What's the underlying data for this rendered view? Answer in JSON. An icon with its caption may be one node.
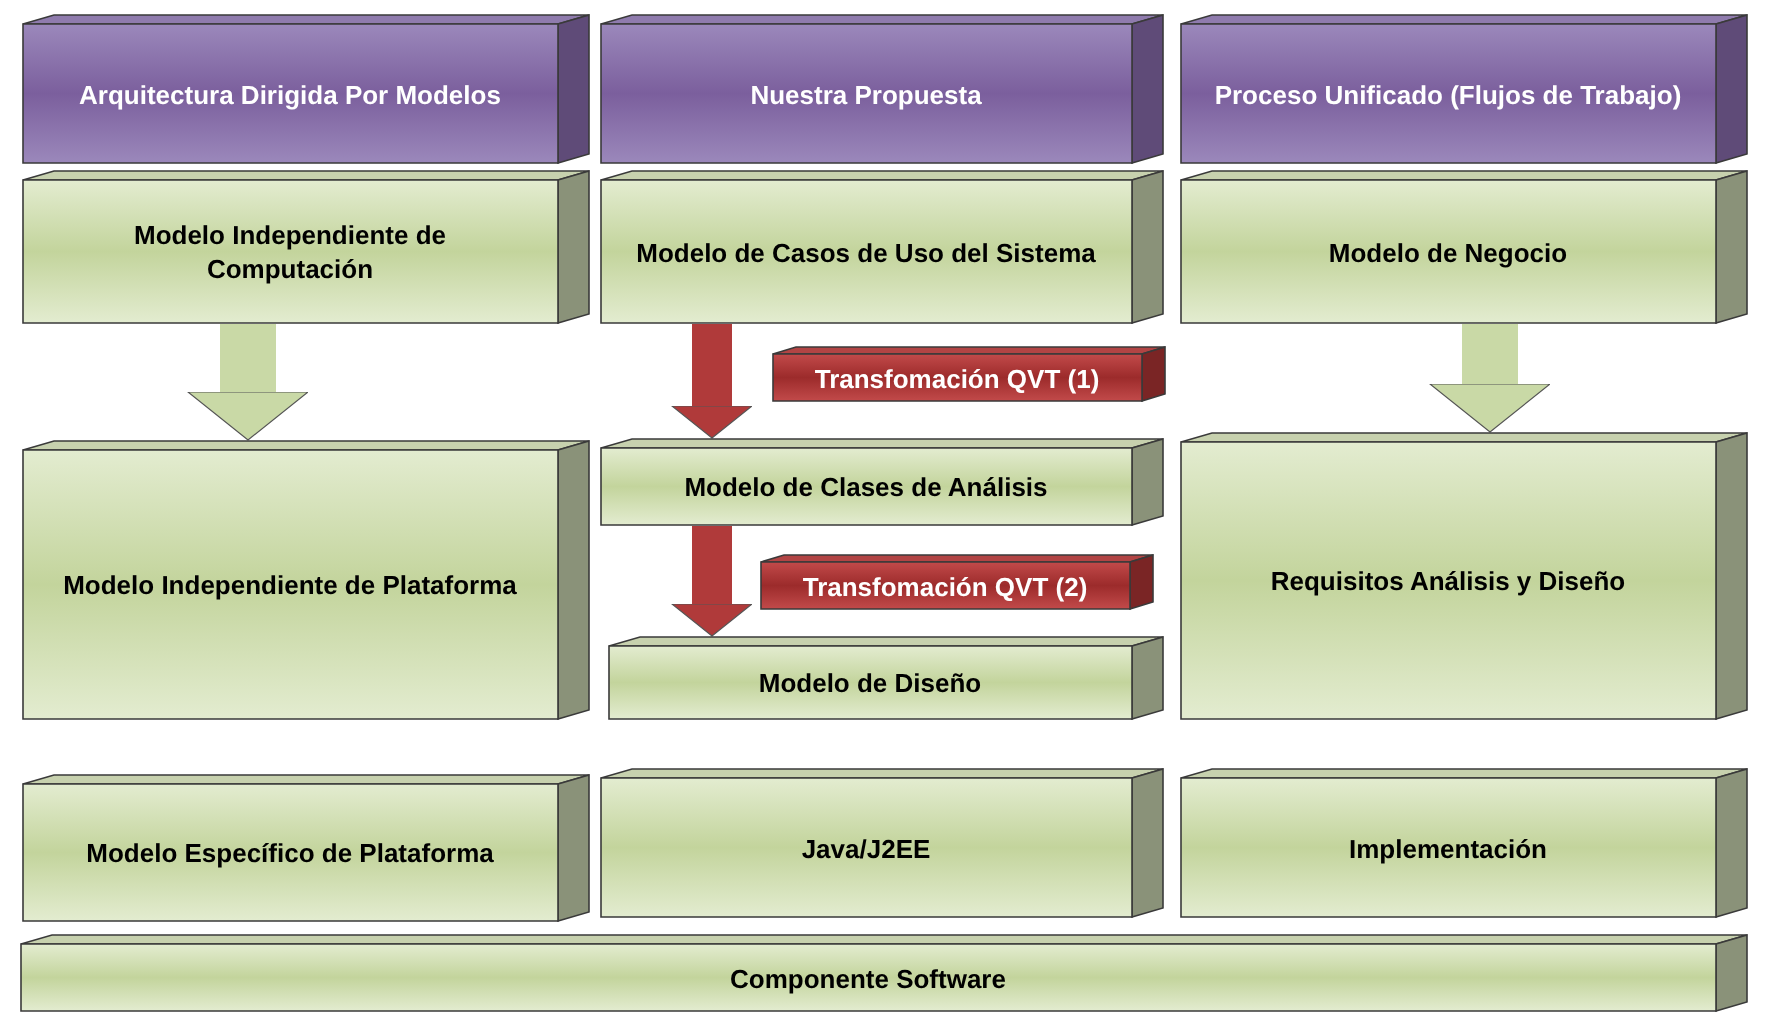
{
  "diagram": {
    "nodes": [
      {
        "text": [
          "Arquitectura Dirigida Por Modelos"
        ]
      },
      {
        "text": [
          "Nuestra Propuesta"
        ]
      },
      {
        "text": [
          "Proceso Unificado (Flujos de Trabajo)"
        ]
      },
      {
        "text": [
          "Modelo Independiente de Computación"
        ]
      },
      {
        "text": [
          "Modelo de Casos de Uso del Sistema"
        ]
      },
      {
        "text": [
          "Modelo de Negocio"
        ]
      },
      {
        "text": [
          "Modelo Independiente de Plataforma"
        ]
      },
      {
        "text": [
          "Modelo de Clases de Análisis"
        ]
      },
      {
        "text": [
          "Requisitos Análisis y Diseño"
        ]
      },
      {
        "text": [
          "Modelo de Diseño"
        ]
      },
      {
        "text": [
          "Modelo Específico de Plataforma"
        ]
      },
      {
        "text": [
          "Java/J2EE"
        ]
      },
      {
        "text": [
          "Implementación"
        ]
      },
      {
        "text": [
          "Componente Software"
        ]
      }
    ],
    "edges": [
      {
        "from": 3,
        "to": 6,
        "arrow": "to"
      },
      {
        "from": 4,
        "to": 7,
        "arrow": "to",
        "label": "Transfomación QVT (1)",
        "color": "#b03a3a"
      },
      {
        "from": 5,
        "to": 8,
        "arrow": "to"
      },
      {
        "from": 7,
        "to": 9,
        "arrow": "to",
        "label": "Transfomación QVT (2)",
        "color": "#b03a3a"
      }
    ]
  }
}
